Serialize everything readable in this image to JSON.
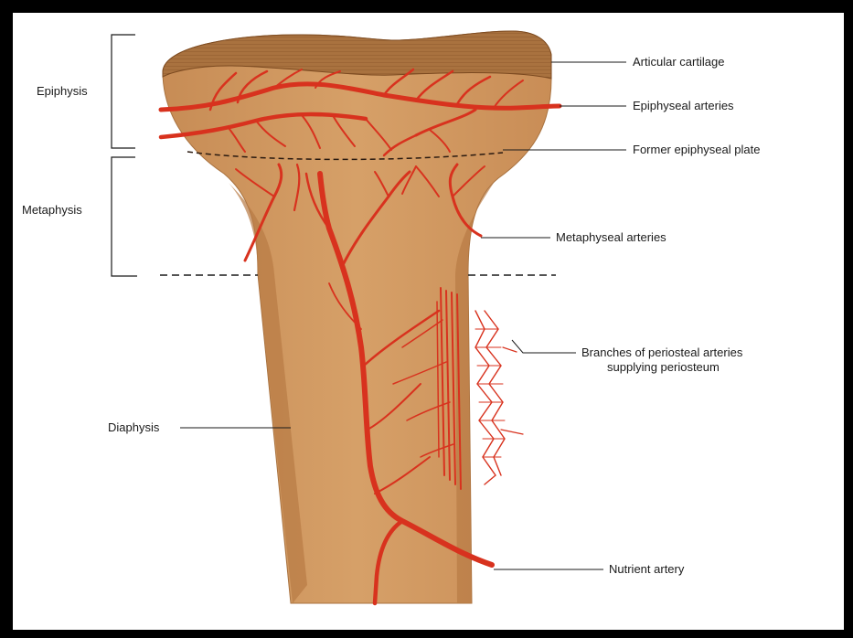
{
  "diagram": {
    "colors": {
      "bone": "#d29a62",
      "bone_shade": "#b87a45",
      "cartilage": "#a9723f",
      "artery": "#d8321e",
      "artery_dark": "#9e1f10",
      "line": "#1a1a1a",
      "frame": "#000000"
    },
    "left_labels": {
      "epiphysis": "Epiphysis",
      "metaphysis": "Metaphysis",
      "diaphysis": "Diaphysis"
    },
    "right_labels": {
      "articular_cartilage": "Articular cartilage",
      "epiphyseal_arteries": "Epiphyseal arteries",
      "former_epiphyseal_plate": "Former epiphyseal plate",
      "metaphyseal_arteries": "Metaphyseal arteries",
      "periosteal_line1": "Branches of periosteal arteries",
      "periosteal_line2": "supplying periosteum",
      "nutrient_artery": "Nutrient artery"
    }
  }
}
